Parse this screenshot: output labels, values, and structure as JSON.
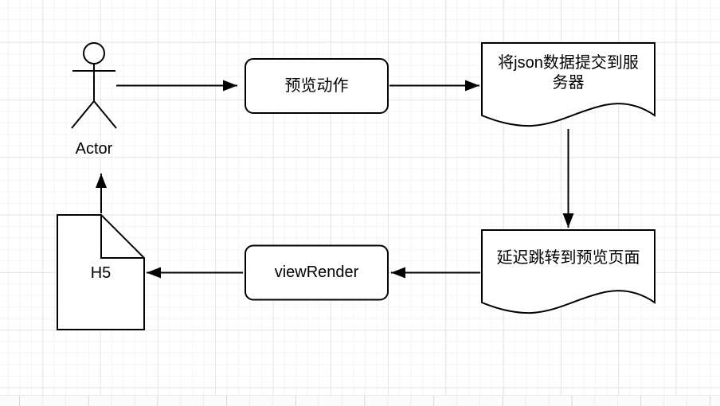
{
  "canvas": {
    "background_color": "#ffffff",
    "grid_minor_color": "#f4f4f6",
    "grid_major_color": "#e4e4e8",
    "shape_stroke_color": "#000000",
    "shape_fill_color": "#ffffff",
    "text_color": "#000000"
  },
  "diagram": {
    "type": "flowchart",
    "nodes": [
      {
        "id": "actor",
        "shape": "stick-figure-actor",
        "label": "Actor"
      },
      {
        "id": "preview-action",
        "shape": "rounded-rectangle",
        "label": "预览动作"
      },
      {
        "id": "submit-json",
        "shape": "document",
        "label": "将json数据提交到服\n务器"
      },
      {
        "id": "delay-redirect",
        "shape": "document",
        "label": "延迟跳转到预览页面"
      },
      {
        "id": "view-render",
        "shape": "rounded-rectangle",
        "label": "viewRender"
      },
      {
        "id": "h5",
        "shape": "note",
        "label": "H5"
      }
    ],
    "edges": [
      {
        "from": "actor",
        "to": "preview-action",
        "direction": "right"
      },
      {
        "from": "preview-action",
        "to": "submit-json",
        "direction": "right"
      },
      {
        "from": "submit-json",
        "to": "delay-redirect",
        "direction": "down"
      },
      {
        "from": "delay-redirect",
        "to": "view-render",
        "direction": "left"
      },
      {
        "from": "view-render",
        "to": "h5",
        "direction": "left"
      },
      {
        "from": "h5",
        "to": "actor",
        "direction": "up"
      }
    ]
  }
}
